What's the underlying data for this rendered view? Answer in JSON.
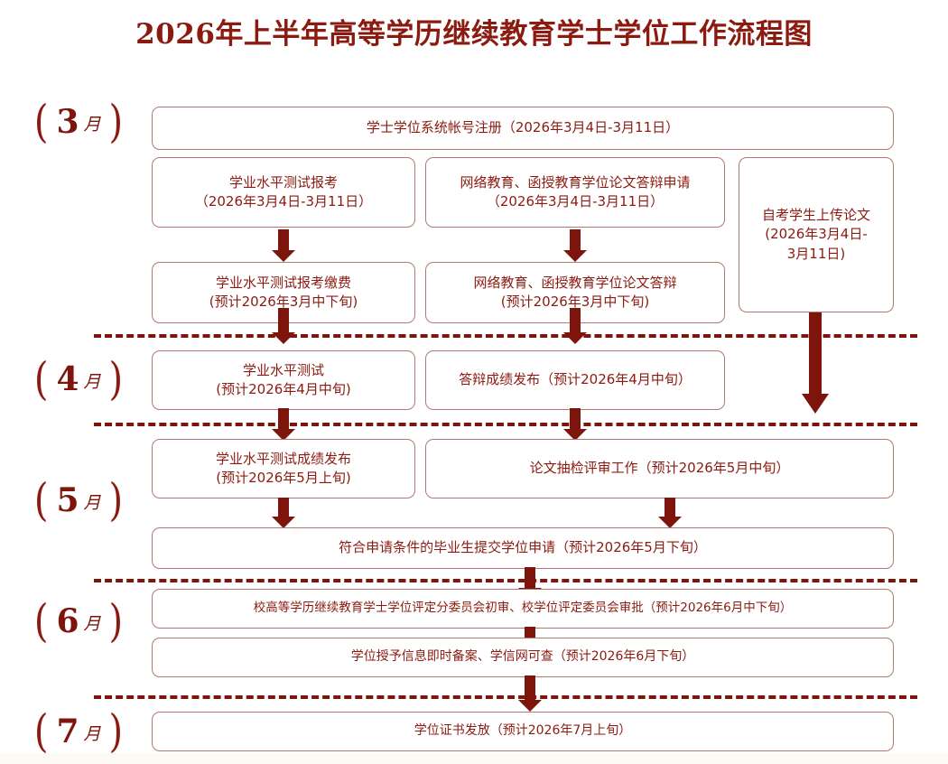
{
  "page": {
    "title": "2026年上半年高等学历继续教育学士学位工作流程图",
    "accent_color": "#8b1a10",
    "arrow_color": "#7d150c",
    "box_border_color": "#b07a72",
    "background_color": "#ffffff"
  },
  "months": [
    {
      "id": "march",
      "number": "3",
      "unit": "月",
      "label": "3月"
    },
    {
      "id": "april",
      "number": "4",
      "unit": "月",
      "label": "4月"
    },
    {
      "id": "may",
      "number": "5",
      "unit": "月",
      "label": "5月"
    },
    {
      "id": "june",
      "number": "6",
      "unit": "月",
      "label": "6月"
    },
    {
      "id": "july",
      "number": "7",
      "unit": "月",
      "label": "7月"
    }
  ],
  "brackets": {
    "open": "(",
    "close": ")"
  },
  "steps": {
    "account_registration": "学士学位系统帐号注册（2026年3月4日-3月11日）",
    "exam_signup": "学业水平测试报考\n（2026年3月4日-3月11日）",
    "thesis_defense_application": "网络教育、函授教育学位论文答辩申请\n（2026年3月4日-3月11日）",
    "self_study_upload": "自考学生上传论文\n(2026年3月4日-\n3月11日)",
    "exam_payment": "学业水平测试报考缴费\n(预计2026年3月中下旬)",
    "thesis_defense": "网络教育、函授教育学位论文答辩\n(预计2026年3月中下旬)",
    "exam": "学业水平测试\n(预计2026年4月中旬)",
    "defense_result": "答辩成绩发布（预计2026年4月中旬）",
    "exam_result": "学业水平测试成绩发布\n(预计2026年5月上旬)",
    "thesis_review": "论文抽检评审工作（预计2026年5月中旬）",
    "degree_application": "符合申请条件的毕业生提交学位申请（预计2026年5月下旬）",
    "committee_review": "校高等学历继续教育学士学位评定分委员会初审、校学位评定委员会审批（预计2026年6月中下旬）",
    "record_filing": "学位授予信息即时备案、学信网可查（预计2026年6月下旬）",
    "certificate_issue": "学位证书发放（预计2026年7月上旬）"
  },
  "chart_data": {
    "type": "diagram",
    "title": "2026年上半年高等学历继续教育学士学位工作流程图",
    "lanes": [
      {
        "month": "3月",
        "nodes": [
          "学士学位系统帐号注册（2026年3月4日-3月11日）",
          "学业水平测试报考（2026年3月4日-3月11日）",
          "网络教育、函授教育学位论文答辩申请（2026年3月4日-3月11日）",
          "自考学生上传论文(2026年3月4日-3月11日)",
          "学业水平测试报考缴费(预计2026年3月中下旬)",
          "网络教育、函授教育学位论文答辩(预计2026年3月中下旬)"
        ]
      },
      {
        "month": "4月",
        "nodes": [
          "学业水平测试(预计2026年4月中旬)",
          "答辩成绩发布（预计2026年4月中旬）"
        ]
      },
      {
        "month": "5月",
        "nodes": [
          "学业水平测试成绩发布(预计2026年5月上旬)",
          "论文抽检评审工作（预计2026年5月中旬）",
          "符合申请条件的毕业生提交学位申请（预计2026年5月下旬）"
        ]
      },
      {
        "month": "6月",
        "nodes": [
          "校高等学历继续教育学士学位评定分委员会初审、校学位评定委员会审批（预计2026年6月中下旬）",
          "学位授予信息即时备案、学信网可查（预计2026年6月下旬）"
        ]
      },
      {
        "month": "7月",
        "nodes": [
          "学位证书发放（预计2026年7月上旬）"
        ]
      }
    ],
    "edges": [
      {
        "from": "学业水平测试报考",
        "to": "学业水平测试报考缴费"
      },
      {
        "from": "网络教育、函授教育学位论文答辩申请",
        "to": "网络教育、函授教育学位论文答辩"
      },
      {
        "from": "学业水平测试报考缴费",
        "to": "学业水平测试"
      },
      {
        "from": "网络教育、函授教育学位论文答辩",
        "to": "答辩成绩发布"
      },
      {
        "from": "自考学生上传论文",
        "to": "论文抽检评审工作"
      },
      {
        "from": "学业水平测试",
        "to": "学业水平测试成绩发布"
      },
      {
        "from": "答辩成绩发布",
        "to": "论文抽检评审工作"
      },
      {
        "from": "学业水平测试成绩发布",
        "to": "符合申请条件的毕业生提交学位申请"
      },
      {
        "from": "论文抽检评审工作",
        "to": "符合申请条件的毕业生提交学位申请"
      },
      {
        "from": "符合申请条件的毕业生提交学位申请",
        "to": "校高等学历继续教育学士学位评定分委员会初审、校学位评定委员会审批"
      },
      {
        "from": "校高等学历继续教育学士学位评定分委员会初审、校学位评定委员会审批",
        "to": "学位授予信息即时备案、学信网可查"
      },
      {
        "from": "学位授予信息即时备案、学信网可查",
        "to": "学位证书发放"
      }
    ]
  }
}
